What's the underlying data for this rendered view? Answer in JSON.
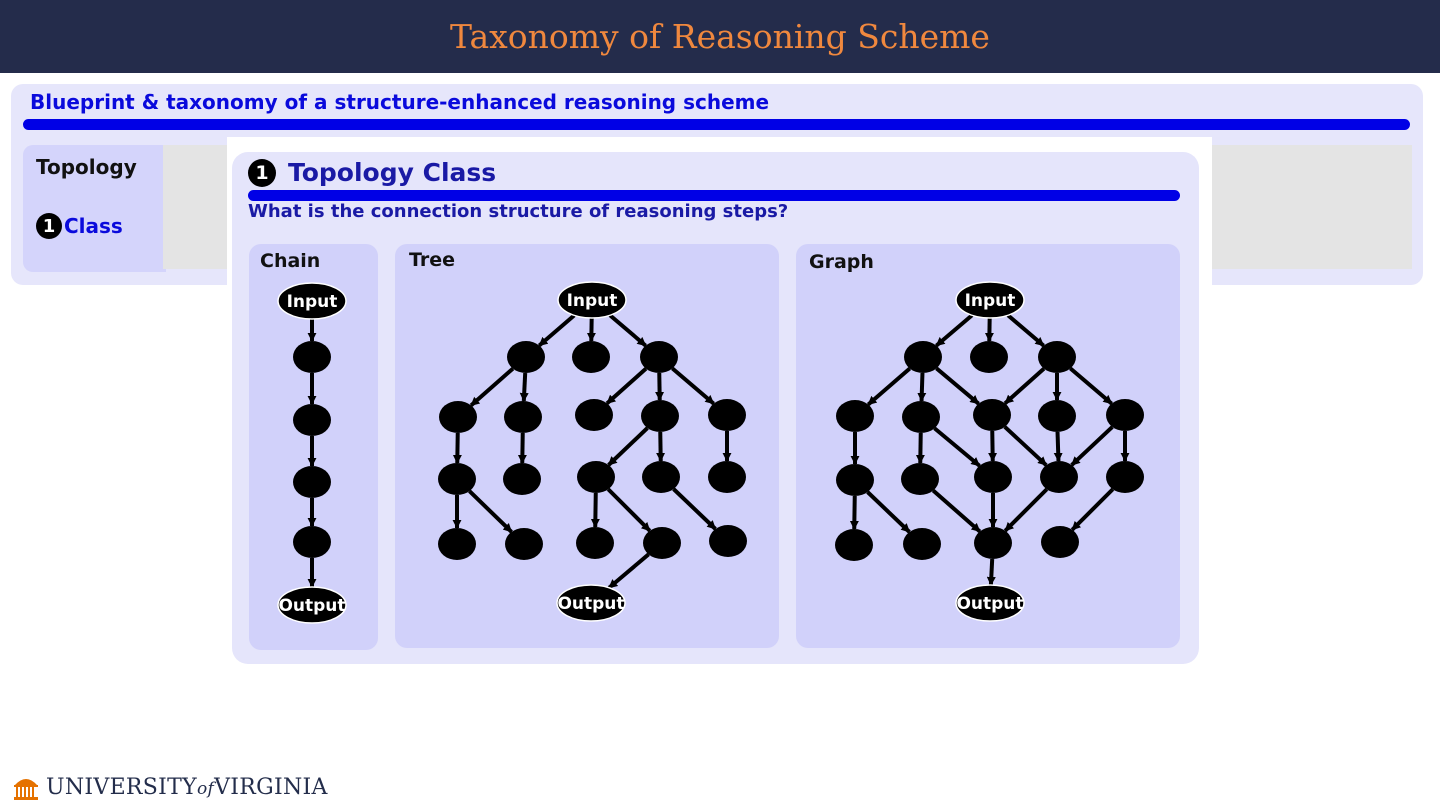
{
  "header": {
    "title": "Taxonomy of Reasoning Scheme"
  },
  "blueprint": {
    "title": "Blueprint & taxonomy of a structure-enhanced reasoning scheme",
    "topology_label": "Topology",
    "class_number": "1",
    "class_label": "Class"
  },
  "card": {
    "number": "1",
    "title": "Topology Class",
    "question": "What is the connection structure of reasoning steps?"
  },
  "panels": {
    "chain": "Chain",
    "tree": "Tree",
    "graph": "Graph"
  },
  "node_labels": {
    "input": "Input",
    "output": "Output"
  },
  "colors": {
    "title_bar": "#242c4b",
    "title_text": "#f0883e",
    "accent_blue": "#0000e6",
    "panel_fill": "#d1d1fa",
    "node_fill": "#000000"
  },
  "footer": {
    "university": "UNIVERSITY",
    "of": "of",
    "state": "VIRGINIA",
    "icon": "rotunda-icon"
  }
}
